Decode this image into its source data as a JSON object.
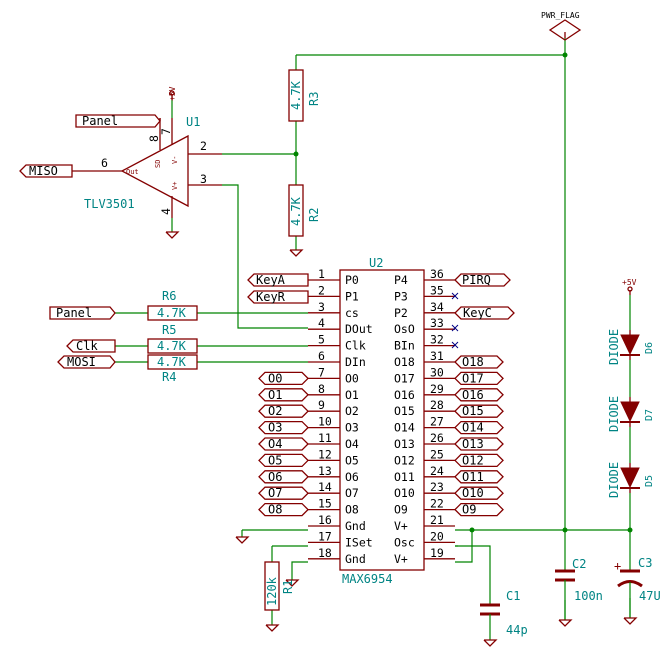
{
  "pwr_flag": "PWR_FLAG",
  "power": {
    "v5_u1": "+5V",
    "v5_diodes": "+5V"
  },
  "u1": {
    "ref": "U1",
    "value": "TLV3501",
    "pin_out": "Out",
    "pin_sd": "SD",
    "pin_vm": "V-",
    "pin_vp": "V+",
    "pins": {
      "p2": "2",
      "p3": "3",
      "p4": "4",
      "p6": "6",
      "p7": "7",
      "p8": "8"
    }
  },
  "u2": {
    "ref": "U2",
    "value": "MAX6954",
    "left": [
      {
        "num": "1",
        "name": "P0"
      },
      {
        "num": "2",
        "name": "P1"
      },
      {
        "num": "3",
        "name": "cs"
      },
      {
        "num": "4",
        "name": "DOut"
      },
      {
        "num": "5",
        "name": "Clk"
      },
      {
        "num": "6",
        "name": "DIn"
      },
      {
        "num": "7",
        "name": "O0"
      },
      {
        "num": "8",
        "name": "O1"
      },
      {
        "num": "9",
        "name": "O2"
      },
      {
        "num": "10",
        "name": "O3"
      },
      {
        "num": "11",
        "name": "O4"
      },
      {
        "num": "12",
        "name": "O5"
      },
      {
        "num": "13",
        "name": "O6"
      },
      {
        "num": "14",
        "name": "O7"
      },
      {
        "num": "15",
        "name": "O8"
      },
      {
        "num": "16",
        "name": "Gnd"
      },
      {
        "num": "17",
        "name": "ISet"
      },
      {
        "num": "18",
        "name": "Gnd"
      }
    ],
    "right": [
      {
        "num": "36",
        "name": "P4"
      },
      {
        "num": "35",
        "name": "P3"
      },
      {
        "num": "34",
        "name": "P2"
      },
      {
        "num": "33",
        "name": "OsO"
      },
      {
        "num": "32",
        "name": "BIn"
      },
      {
        "num": "31",
        "name": "O18"
      },
      {
        "num": "30",
        "name": "O17"
      },
      {
        "num": "29",
        "name": "O16"
      },
      {
        "num": "28",
        "name": "O15"
      },
      {
        "num": "27",
        "name": "O14"
      },
      {
        "num": "26",
        "name": "O13"
      },
      {
        "num": "25",
        "name": "O12"
      },
      {
        "num": "24",
        "name": "O11"
      },
      {
        "num": "23",
        "name": "O10"
      },
      {
        "num": "22",
        "name": "O9"
      },
      {
        "num": "21",
        "name": "V+"
      },
      {
        "num": "20",
        "name": "Osc"
      },
      {
        "num": "19",
        "name": "V+"
      }
    ]
  },
  "left_labels": [
    "O0",
    "O1",
    "O2",
    "O3",
    "O4",
    "O5",
    "O6",
    "O7",
    "O8"
  ],
  "right_labels": [
    "O18",
    "O17",
    "O16",
    "O15",
    "O14",
    "O13",
    "O12",
    "O11",
    "O10",
    "O9"
  ],
  "net_labels": {
    "panel1": "Panel",
    "miso": "MISO",
    "keya": "KeyA",
    "keyr": "KeyR",
    "panel2": "Panel",
    "clk": "Clk",
    "mosi": "MOSI",
    "pirq": "PIRQ",
    "keyc": "KeyC"
  },
  "resistors": {
    "r3": {
      "ref": "R3",
      "value": "4.7K"
    },
    "r2": {
      "ref": "R2",
      "value": "4.7K"
    },
    "r6": {
      "ref": "R6",
      "value": "4.7K"
    },
    "r5": {
      "ref": "R5",
      "value": "4.7K"
    },
    "r4": {
      "ref": "R4",
      "value": "4.7K"
    },
    "r1": {
      "ref": "R1",
      "value": "120k"
    }
  },
  "capacitors": {
    "c1": {
      "ref": "C1",
      "value": "44p"
    },
    "c2": {
      "ref": "C2",
      "value": "100n"
    },
    "c3": {
      "ref": "C3",
      "value": "47U"
    }
  },
  "diodes": [
    {
      "ref": "D6",
      "value": "DIODE"
    },
    {
      "ref": "D7",
      "value": "DIODE"
    },
    {
      "ref": "D5",
      "value": "DIODE"
    }
  ],
  "colors": {
    "wire": "#008400",
    "body": "#840000",
    "ref": "#008484",
    "noconnect": "#000084"
  }
}
